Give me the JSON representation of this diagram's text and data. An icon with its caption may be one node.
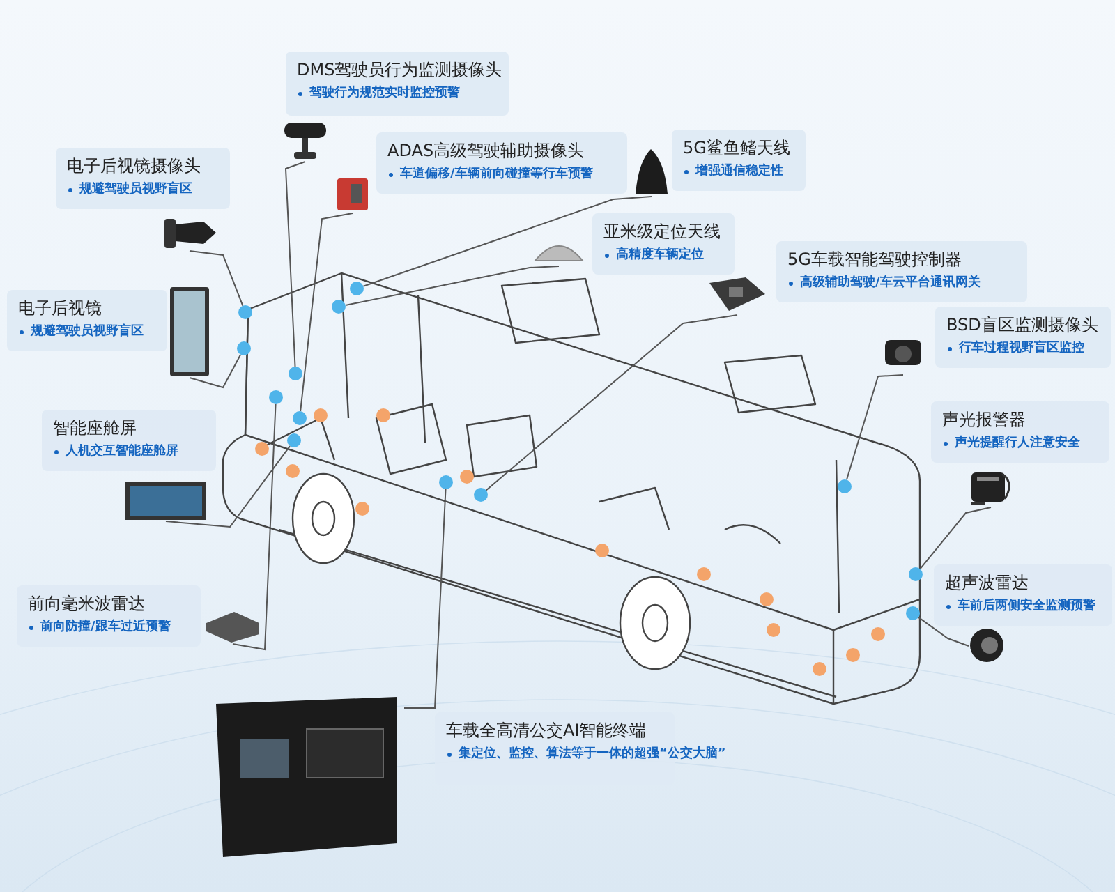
{
  "diagram": {
    "nodes": [
      {
        "text": [
          "DMS驾驶员行为监测摄像头",
          "驾驶行为规范实时监控预警"
        ]
      },
      {
        "text": [
          "电子后视镜摄像头",
          "规避驾驶员视野盲区"
        ]
      },
      {
        "text": [
          "ADAS高级驾驶辅助摄像头",
          "车道偏移/车辆前向碰撞等行车预警"
        ]
      },
      {
        "text": [
          "5G鲨鱼鳍天线",
          "增强通信稳定性"
        ]
      },
      {
        "text": [
          "电子后视镜",
          "规避驾驶员视野盲区"
        ]
      },
      {
        "text": [
          "亚米级定位天线",
          "高精度车辆定位"
        ]
      },
      {
        "text": [
          "5G车载智能驾驶控制器",
          "高级辅助驾驶/车云平台通讯网关"
        ]
      },
      {
        "text": [
          "BSD盲区监测摄像头",
          "行车过程视野盲区监控"
        ]
      },
      {
        "text": [
          "智能座舱屏",
          "人机交互智能座舱屏"
        ]
      },
      {
        "text": [
          "声光报警器",
          "声光提醒行人注意安全"
        ]
      },
      {
        "text": [
          "前向毫米波雷达",
          "前向防撞/跟车过近预警"
        ]
      },
      {
        "text": [
          "超声波雷达",
          "车前后两侧安全监测预警"
        ]
      },
      {
        "text": [
          "车载全高清公交AI智能终端",
          "集定位、监控、算法等于一体的超强“公交大脑”"
        ]
      },
      {
        "text": [],
        "shape": "picture"
      },
      {
        "text": [],
        "shape": "picture"
      },
      {
        "text": [],
        "shape": "picture"
      },
      {
        "text": [],
        "shape": "picture"
      },
      {
        "text": [],
        "shape": "picture"
      },
      {
        "text": [],
        "shape": "picture"
      },
      {
        "text": [],
        "shape": "picture"
      },
      {
        "text": [],
        "shape": "picture"
      },
      {
        "text": [],
        "shape": "picture"
      },
      {
        "text": [],
        "shape": "picture"
      },
      {
        "text": [],
        "shape": "picture"
      },
      {
        "text": [],
        "shape": "picture"
      },
      {
        "text": [],
        "shape": "picture"
      },
      {
        "text": [],
        "shape": "circle"
      },
      {
        "text": [],
        "shape": "circle"
      },
      {
        "text": [],
        "shape": "circle"
      },
      {
        "text": [],
        "shape": "circle"
      },
      {
        "text": [],
        "shape": "circle"
      },
      {
        "text": [],
        "shape": "circle"
      },
      {
        "text": [],
        "shape": "circle"
      },
      {
        "text": [],
        "shape": "circle"
      },
      {
        "text": [],
        "shape": "circle"
      },
      {
        "text": [],
        "shape": "circle"
      },
      {
        "text": [],
        "shape": "circle"
      },
      {
        "text": [],
        "shape": "circle"
      },
      {
        "text": [],
        "shape": "circle"
      }
    ],
    "edges": [
      {
        "from": 13,
        "to": 26,
        "arrow": "none"
      },
      {
        "from": 14,
        "to": 27,
        "arrow": "none"
      },
      {
        "from": 15,
        "to": 28,
        "arrow": "none"
      },
      {
        "from": 16,
        "to": 29,
        "arrow": "none"
      },
      {
        "from": 17,
        "to": 30,
        "arrow": "none"
      },
      {
        "from": 18,
        "to": 31,
        "arrow": "none"
      },
      {
        "from": 19,
        "to": 32,
        "arrow": "none"
      },
      {
        "from": 20,
        "to": 33,
        "arrow": "none"
      },
      {
        "from": 21,
        "to": 34,
        "arrow": "none"
      },
      {
        "from": 22,
        "to": 35,
        "arrow": "none"
      },
      {
        "from": 23,
        "to": 36,
        "arrow": "none"
      },
      {
        "from": 24,
        "to": 37,
        "arrow": "none"
      },
      {
        "from": 25,
        "to": 38,
        "arrow": "none"
      }
    ]
  }
}
